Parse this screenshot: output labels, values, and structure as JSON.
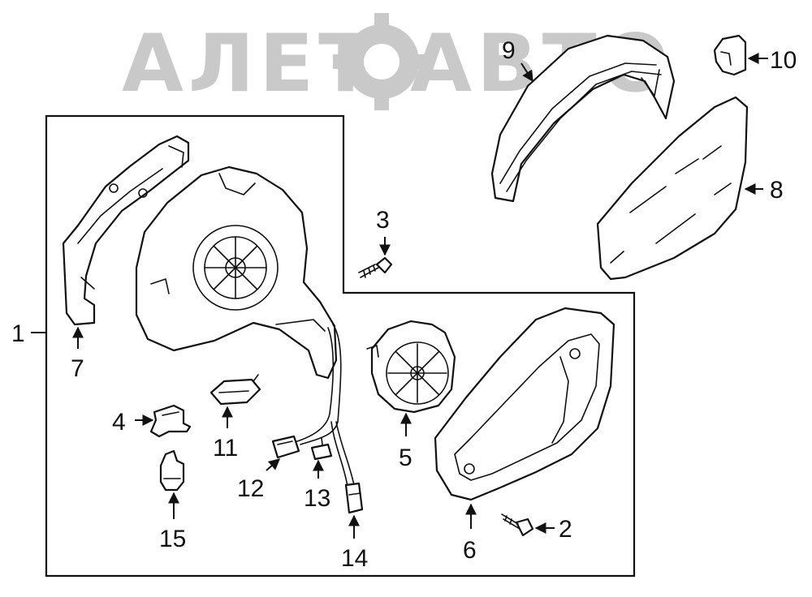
{
  "watermark": {
    "text": "АЛЕТ АВТО"
  },
  "callouts": {
    "c1": "1",
    "c2": "2",
    "c3": "3",
    "c4": "4",
    "c5": "5",
    "c6": "6",
    "c7": "7",
    "c8": "8",
    "c9": "9",
    "c10": "10",
    "c11": "11",
    "c12": "12",
    "c13": "13",
    "c14": "14",
    "c15": "15"
  }
}
